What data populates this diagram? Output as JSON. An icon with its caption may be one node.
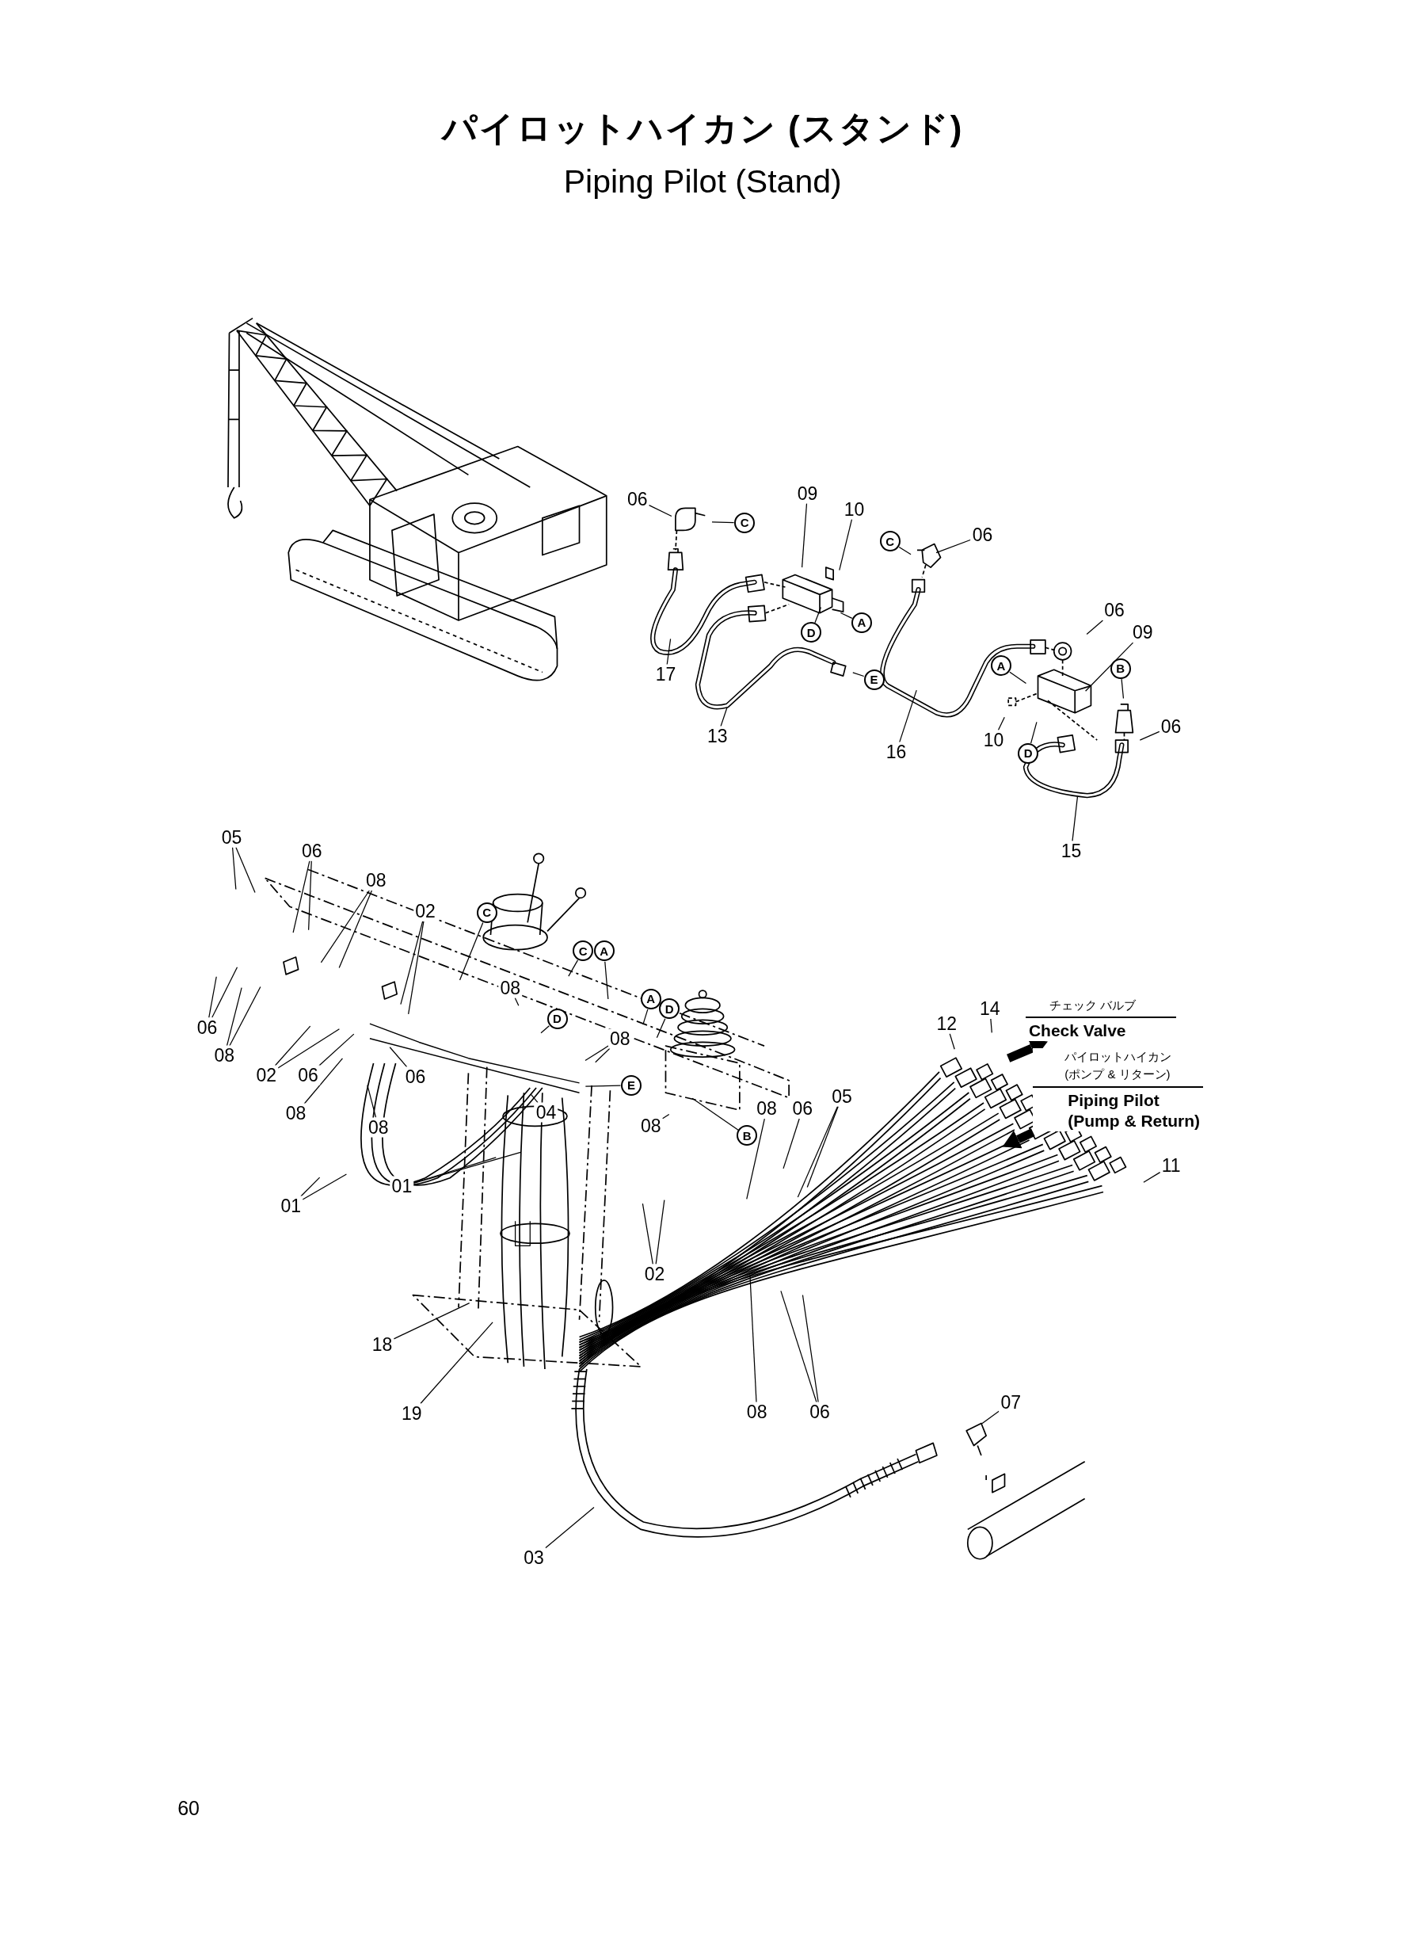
{
  "diagram": {
    "title": "パイロットハイカン (スタンド)",
    "nodes": [
      {
        "text": [
          "06"
        ]
      },
      {
        "text": [
          "C"
        ]
      },
      {
        "text": [
          "09"
        ]
      },
      {
        "text": [
          "10"
        ]
      },
      {
        "text": [
          "D"
        ]
      },
      {
        "text": [
          "A"
        ]
      },
      {
        "text": [
          "17"
        ]
      },
      {
        "text": [
          "13"
        ]
      },
      {
        "text": [
          "E"
        ]
      },
      {
        "text": [
          "C"
        ]
      },
      {
        "text": [
          "06"
        ]
      },
      {
        "text": [
          "16"
        ]
      },
      {
        "text": [
          "06"
        ]
      },
      {
        "text": [
          "09"
        ]
      },
      {
        "text": [
          "A"
        ]
      },
      {
        "text": [
          "10"
        ]
      },
      {
        "text": [
          "D"
        ]
      },
      {
        "text": [
          "B"
        ]
      },
      {
        "text": [
          "06"
        ]
      },
      {
        "text": [
          "15"
        ]
      },
      {
        "text": [
          "05"
        ]
      },
      {
        "text": [
          "06"
        ]
      },
      {
        "text": [
          "08"
        ]
      },
      {
        "text": [
          "02"
        ]
      },
      {
        "text": [
          "C"
        ]
      },
      {
        "text": [
          "06"
        ]
      },
      {
        "text": [
          "08"
        ]
      },
      {
        "text": [
          "02"
        ]
      },
      {
        "text": [
          "06"
        ]
      },
      {
        "text": [
          "08"
        ]
      },
      {
        "text": [
          "06"
        ]
      },
      {
        "text": [
          "08"
        ]
      },
      {
        "text": [
          "08"
        ]
      },
      {
        "text": [
          "C"
        ]
      },
      {
        "text": [
          "A"
        ]
      },
      {
        "text": [
          "D"
        ]
      },
      {
        "text": [
          "A"
        ]
      },
      {
        "text": [
          "D"
        ]
      },
      {
        "text": [
          "08"
        ]
      },
      {
        "text": [
          "E"
        ]
      },
      {
        "text": [
          "04"
        ]
      },
      {
        "text": [
          "08"
        ]
      },
      {
        "text": [
          "B"
        ]
      },
      {
        "text": [
          "08"
        ]
      },
      {
        "text": [
          "06"
        ]
      },
      {
        "text": [
          "05"
        ]
      },
      {
        "text": [
          "12"
        ]
      },
      {
        "text": [
          "14"
        ]
      },
      {
        "text": [
          "11"
        ]
      },
      {
        "text": [
          "01"
        ]
      },
      {
        "text": [
          "01"
        ]
      },
      {
        "text": [
          "02"
        ]
      },
      {
        "text": [
          "18"
        ]
      },
      {
        "text": [
          "19"
        ]
      },
      {
        "text": [
          "08"
        ]
      },
      {
        "text": [
          "06"
        ]
      },
      {
        "text": [
          "07"
        ]
      },
      {
        "text": [
          "03"
        ]
      },
      {
        "text": [
          "チェック バルブ",
          "Check Valve"
        ]
      },
      {
        "text": [
          "パイロットハイカン (ポンプ & リターン)",
          "Piping Pilot (Pump & Return)"
        ]
      }
    ],
    "edges": [
      {
        "from": 0,
        "to": null,
        "arrow": "none"
      },
      {
        "from": 1,
        "to": null,
        "arrow": "none"
      },
      {
        "from": 2,
        "to": null,
        "arrow": "none"
      },
      {
        "from": 3,
        "to": null,
        "arrow": "none"
      },
      {
        "from": 4,
        "to": null,
        "arrow": "none"
      },
      {
        "from": 5,
        "to": null,
        "arrow": "none"
      },
      {
        "from": 6,
        "to": null,
        "arrow": "none"
      },
      {
        "from": 7,
        "to": null,
        "arrow": "none"
      },
      {
        "from": 8,
        "to": null,
        "arrow": "none"
      },
      {
        "from": 9,
        "to": null,
        "arrow": "none"
      },
      {
        "from": 10,
        "to": null,
        "arrow": "none"
      },
      {
        "from": 11,
        "to": null,
        "arrow": "none"
      },
      {
        "from": 12,
        "to": null,
        "arrow": "none"
      },
      {
        "from": 13,
        "to": null,
        "arrow": "none"
      },
      {
        "from": 14,
        "to": null,
        "arrow": "none"
      },
      {
        "from": 15,
        "to": null,
        "arrow": "none"
      },
      {
        "from": 16,
        "to": null,
        "arrow": "none"
      },
      {
        "from": 17,
        "to": null,
        "arrow": "none"
      },
      {
        "from": 18,
        "to": null,
        "arrow": "none"
      },
      {
        "from": 19,
        "to": null,
        "arrow": "none"
      },
      {
        "from": 20,
        "to": null,
        "arrow": "none"
      },
      {
        "from": 20,
        "to": null,
        "arrow": "none"
      },
      {
        "from": 21,
        "to": null,
        "arrow": "none"
      },
      {
        "from": 21,
        "to": null,
        "arrow": "none"
      },
      {
        "from": 22,
        "to": null,
        "arrow": "none"
      },
      {
        "from": 22,
        "to": null,
        "arrow": "none"
      },
      {
        "from": 23,
        "to": null,
        "arrow": "none"
      },
      {
        "from": 23,
        "to": null,
        "arrow": "none"
      },
      {
        "from": 24,
        "to": null,
        "arrow": "none"
      },
      {
        "from": 25,
        "to": null,
        "arrow": "none"
      },
      {
        "from": 25,
        "to": null,
        "arrow": "none"
      },
      {
        "from": 26,
        "to": null,
        "arrow": "none"
      },
      {
        "from": 26,
        "to": null,
        "arrow": "none"
      },
      {
        "from": 27,
        "to": null,
        "arrow": "none"
      },
      {
        "from": 27,
        "to": null,
        "arrow": "none"
      },
      {
        "from": 28,
        "to": null,
        "arrow": "none"
      },
      {
        "from": 29,
        "to": null,
        "arrow": "none"
      },
      {
        "from": 30,
        "to": null,
        "arrow": "none"
      },
      {
        "from": 31,
        "to": null,
        "arrow": "none"
      },
      {
        "from": 32,
        "to": null,
        "arrow": "none"
      },
      {
        "from": 33,
        "to": null,
        "arrow": "none"
      },
      {
        "from": 34,
        "to": null,
        "arrow": "none"
      },
      {
        "from": 35,
        "to": null,
        "arrow": "none"
      },
      {
        "from": 36,
        "to": null,
        "arrow": "none"
      },
      {
        "from": 37,
        "to": null,
        "arrow": "none"
      },
      {
        "from": 38,
        "to": null,
        "arrow": "none"
      },
      {
        "from": 38,
        "to": null,
        "arrow": "none"
      },
      {
        "from": 39,
        "to": null,
        "arrow": "none"
      },
      {
        "from": 40,
        "to": null,
        "arrow": "none"
      },
      {
        "from": 41,
        "to": null,
        "arrow": "none"
      },
      {
        "from": 42,
        "to": null,
        "arrow": "none"
      },
      {
        "from": 43,
        "to": null,
        "arrow": "none"
      },
      {
        "from": 44,
        "to": null,
        "arrow": "none"
      },
      {
        "from": 45,
        "to": null,
        "arrow": "none"
      },
      {
        "from": 45,
        "to": null,
        "arrow": "none"
      },
      {
        "from": 46,
        "to": null,
        "arrow": "none"
      },
      {
        "from": 47,
        "to": null,
        "arrow": "none"
      },
      {
        "from": 48,
        "to": null,
        "arrow": "none"
      },
      {
        "from": 49,
        "to": null,
        "arrow": "none"
      },
      {
        "from": 49,
        "to": null,
        "arrow": "none"
      },
      {
        "from": 50,
        "to": null,
        "arrow": "none"
      },
      {
        "from": 50,
        "to": null,
        "arrow": "none"
      },
      {
        "from": 51,
        "to": null,
        "arrow": "none"
      },
      {
        "from": 51,
        "to": null,
        "arrow": "none"
      },
      {
        "from": 52,
        "to": null,
        "arrow": "none"
      },
      {
        "from": 53,
        "to": null,
        "arrow": "none"
      },
      {
        "from": 54,
        "to": null,
        "arrow": "none"
      },
      {
        "from": 55,
        "to": null,
        "arrow": "none"
      },
      {
        "from": 55,
        "to": null,
        "arrow": "none"
      },
      {
        "from": 56,
        "to": null,
        "arrow": "none"
      },
      {
        "from": 57,
        "to": null,
        "arrow": "none"
      },
      {
        "from": null,
        "to": 58,
        "arrow": "to",
        "style": "thick"
      },
      {
        "from": null,
        "to": 59,
        "arrow": "to",
        "style": "thick"
      }
    ],
    "labels": [
      "Piping Pilot (Stand)",
      "60"
    ]
  }
}
